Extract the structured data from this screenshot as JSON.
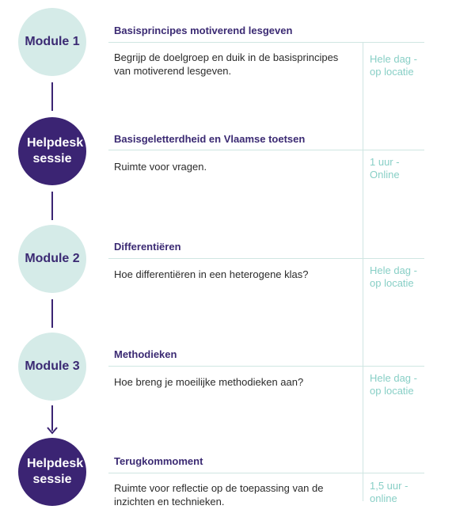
{
  "steps": [
    {
      "badge": "Module 1",
      "title": "Basisprincipes motiverend lesgeven",
      "description": "Begrijp de doelgroep en duik in de basisprincipes van motiverend lesgeven.",
      "time": "Hele dag - op locatie",
      "style": "light"
    },
    {
      "badge": "Helpdesk sessie",
      "title": "Basisgeletterdheid en Vlaamse toetsen",
      "description": "Ruimte voor vragen.",
      "time": "1 uur - Online",
      "style": "dark"
    },
    {
      "badge": "Module 2",
      "title": "Differentiëren",
      "description": "Hoe differentiëren in een heterogene klas?",
      "time": "Hele dag - op locatie",
      "style": "light"
    },
    {
      "badge": "Module 3",
      "title": "Methodieken",
      "description": "Hoe breng je moeilijke methodieken aan?",
      "time": "Hele dag - op locatie",
      "style": "light"
    },
    {
      "badge": "Helpdesk sessie",
      "title": "Terugkommoment",
      "description": "Ruimte voor reflectie op de toepassing van de inzichten en technieken.",
      "time": "1,5 uur - online",
      "style": "dark"
    }
  ],
  "colors": {
    "dark_purple": "#3b2473",
    "light_teal": "#d5ebe8",
    "time_text": "#88cfc6",
    "rule": "#cfe6e2"
  }
}
